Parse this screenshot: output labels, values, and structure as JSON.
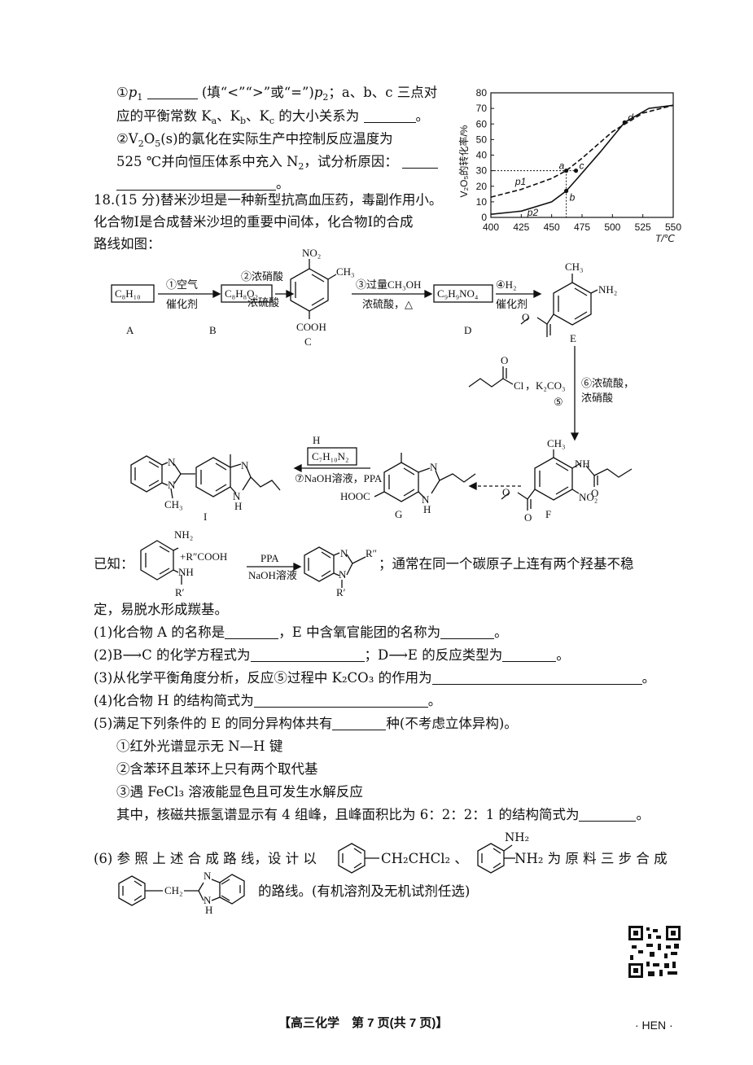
{
  "q17": {
    "line1_a": "①",
    "line1_p1": "p",
    "line1_b": "(填“<”“>”或“=”)",
    "line1_p2": "p",
    "line1_c": "；a、b、c 三点对",
    "line2": "应的平衡常数 K",
    "line2_b": "、K",
    "line2_c": "、K",
    "line2_d": " 的大小关系为",
    "line2_end": "。",
    "line3": "②V",
    "line3_b": "O",
    "line3_c": "(s)的氯化在实际生产中控制反应温度为",
    "line4": "525 ℃并向恒压体系中充入 N",
    "line4_b": "，试分析原因：",
    "line5_end": "。"
  },
  "chart_data": {
    "type": "line",
    "title": "",
    "xlabel": "T/℃",
    "ylabel": "V₂O₅的转化率/%",
    "xlim": [
      400,
      550
    ],
    "ylim": [
      0,
      80
    ],
    "x_ticks": [
      "400",
      "425",
      "450",
      "475",
      "500",
      "525",
      "550"
    ],
    "y_ticks": [
      "0",
      "10",
      "20",
      "30",
      "40",
      "50",
      "60",
      "70",
      "80"
    ],
    "series": [
      {
        "name": "p1",
        "style": "dashed",
        "x": [
          400,
          425,
          450,
          462,
          475,
          500,
          525,
          550
        ],
        "y": [
          13,
          18,
          25,
          30,
          38,
          55,
          67,
          72
        ]
      },
      {
        "name": "p2",
        "style": "solid",
        "x": [
          400,
          425,
          450,
          462,
          470,
          490,
          510,
          530,
          550
        ],
        "y": [
          2,
          4,
          10,
          17,
          24,
          42,
          61,
          70,
          72
        ]
      }
    ],
    "points": [
      {
        "label": "a",
        "x": 462,
        "y": 30
      },
      {
        "label": "b",
        "x": 462,
        "y": 17
      },
      {
        "label": "c",
        "x": 470,
        "y": 30
      },
      {
        "label": "d",
        "x": 510,
        "y": 61
      }
    ],
    "series_labels": [
      "p1",
      "p2"
    ]
  },
  "q18": {
    "intro1": "18.(15 分)替米沙坦是一种新型抗高血压药，毒副作用小。",
    "intro2": "化合物Ⅰ是合成替米沙坦的重要中间体，化合物Ⅰ的合成",
    "intro3": "路线如图：",
    "A_formula": "C₈H₁₀",
    "B_formula": "C₈H₈O₂",
    "D_formula": "C₉H₉NO₄",
    "H_formula": "C₇H₁₀N₂",
    "step1a": "①空气",
    "step1b": "催化剂",
    "step2a": "②浓硝酸",
    "step2b": "浓硫酸",
    "step3a": "③过量CH₃OH",
    "step3b": "浓硫酸，△",
    "step4a": "④H₂",
    "step4b": "催化剂",
    "step5": "⑤",
    "step5_reagent": "，K₂CO₃",
    "step6a": "⑥浓硫酸，",
    "step6b": "浓硝酸",
    "step7": "⑦NaOH溶液，PPA",
    "labels": {
      "A": "A",
      "B": "B",
      "C": "C",
      "D": "D",
      "E": "E",
      "F": "F",
      "G": "G",
      "H": "H",
      "I": "I"
    },
    "known_prefix": "已知：",
    "known_reagent": "+R″COOH",
    "known_cond1": "PPA",
    "known_cond2": "NaOH溶液",
    "known_text": "；通常在同一个碳原子上连有两个羟基不稳",
    "known_text2": "定，易脱水形成羰基。",
    "q1a": "(1)化合物 A 的名称是",
    "q1b": "，E 中含氧官能团的名称为",
    "q1c": "。",
    "q2a": "(2)B⟶C 的化学方程式为",
    "q2b": "；D⟶E 的反应类型为",
    "q2c": "。",
    "q3a": "(3)从化学平衡角度分析，反应⑤过程中 K₂CO₃ 的作用为",
    "q3c": "。",
    "q4a": "(4)化合物 H 的结构简式为",
    "q4c": "。",
    "q5a": "(5)满足下列条件的 E 的同分异构体共有",
    "q5b": "种(不考虑立体异构)。",
    "c1": "①红外光谱显示无 N—H 键",
    "c2": "②含苯环且苯环上只有两个取代基",
    "c3": "③遇 FeCl₃ 溶液能显色且可发生水解反应",
    "c4": "其中，核磁共振氢谱显示有 4 组峰，且峰面积比为 6：2：2：1 的结构简式为",
    "c4end": "。",
    "q6a": "(6) 参 照 上 述 合 成 路 线，设 计 以",
    "q6_r1": "CH₂CHCl₂ 、",
    "q6_r2": "NH₂ 为 原 料 三 步 合 成",
    "q6_nh2": "NH₂",
    "q6b": "的路线。(有机溶剂及无机试剂任选)",
    "ch2": "CH₂"
  },
  "footer": {
    "center": "【高三化学　第 7 页(共 7 页)】",
    "right": "· HEN ·"
  },
  "mol_text": {
    "no2": "NO₂",
    "ch3": "CH₃",
    "cooh": "COOH",
    "nh2": "NH₂",
    "nh": "NH",
    "n": "N",
    "h": "H",
    "o": "O",
    "cl": "Cl",
    "hooc": "HOOC",
    "r1": "R′",
    "r2": "R″"
  }
}
